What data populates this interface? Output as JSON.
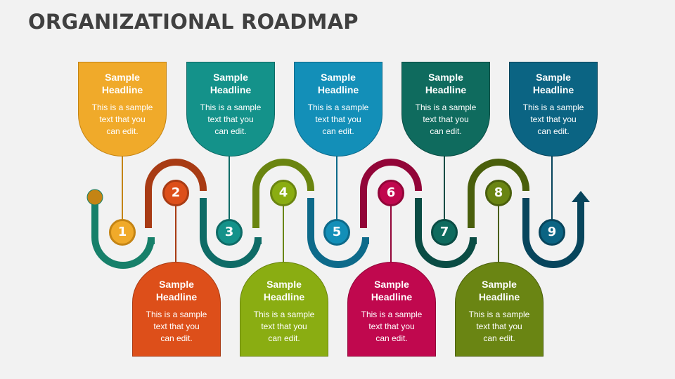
{
  "title": "ORGANIZATIONAL ROADMAP",
  "colors": {
    "background": "#f2f2f2",
    "title": "#404040"
  },
  "steps": [
    {
      "number": "1",
      "headline": "Sample\nHeadline",
      "text": "This is a sample text that you can edit.",
      "color": "#f0aa2a",
      "dark": "#c48414",
      "path": "#17806a",
      "position": "top"
    },
    {
      "number": "2",
      "headline": "Sample\nHeadline",
      "text": "This is a sample text that you can edit.",
      "color": "#dd4f1a",
      "dark": "#a83b14",
      "path": "#a83b14",
      "position": "bottom"
    },
    {
      "number": "3",
      "headline": "Sample\nHeadline",
      "text": "This is a sample text that you can edit.",
      "color": "#14928a",
      "dark": "#0e6b66",
      "path": "#0e6b66",
      "position": "top"
    },
    {
      "number": "4",
      "headline": "Sample\nHeadline",
      "text": "This is a sample text that you can edit.",
      "color": "#8aad12",
      "dark": "#6a8510",
      "path": "#6a8510",
      "position": "bottom"
    },
    {
      "number": "5",
      "headline": "Sample\nHeadline",
      "text": "This is a sample text that you can edit.",
      "color": "#138fb8",
      "dark": "#0d6a8a",
      "path": "#0d6a8a",
      "position": "top"
    },
    {
      "number": "6",
      "headline": "Sample\nHeadline",
      "text": "This is a sample text that you can edit.",
      "color": "#c0084e",
      "dark": "#920538",
      "path": "#920538",
      "position": "bottom"
    },
    {
      "number": "7",
      "headline": "Sample\nHeadline",
      "text": "This is a sample text that you can edit.",
      "color": "#0f6b5e",
      "dark": "#0a4c44",
      "path": "#0a4c44",
      "position": "top"
    },
    {
      "number": "8",
      "headline": "Sample\nHeadline",
      "text": "This is a sample text that you can edit.",
      "color": "#6a8513",
      "dark": "#4a5f0c",
      "path": "#4a5f0c",
      "position": "bottom"
    },
    {
      "number": "9",
      "headline": "Sample\nHeadline",
      "text": "This is a sample text that you can edit.",
      "color": "#0b6483",
      "dark": "#07455c",
      "path": "#07455c",
      "position": "top"
    }
  ],
  "start_dot_color": "#c48414"
}
